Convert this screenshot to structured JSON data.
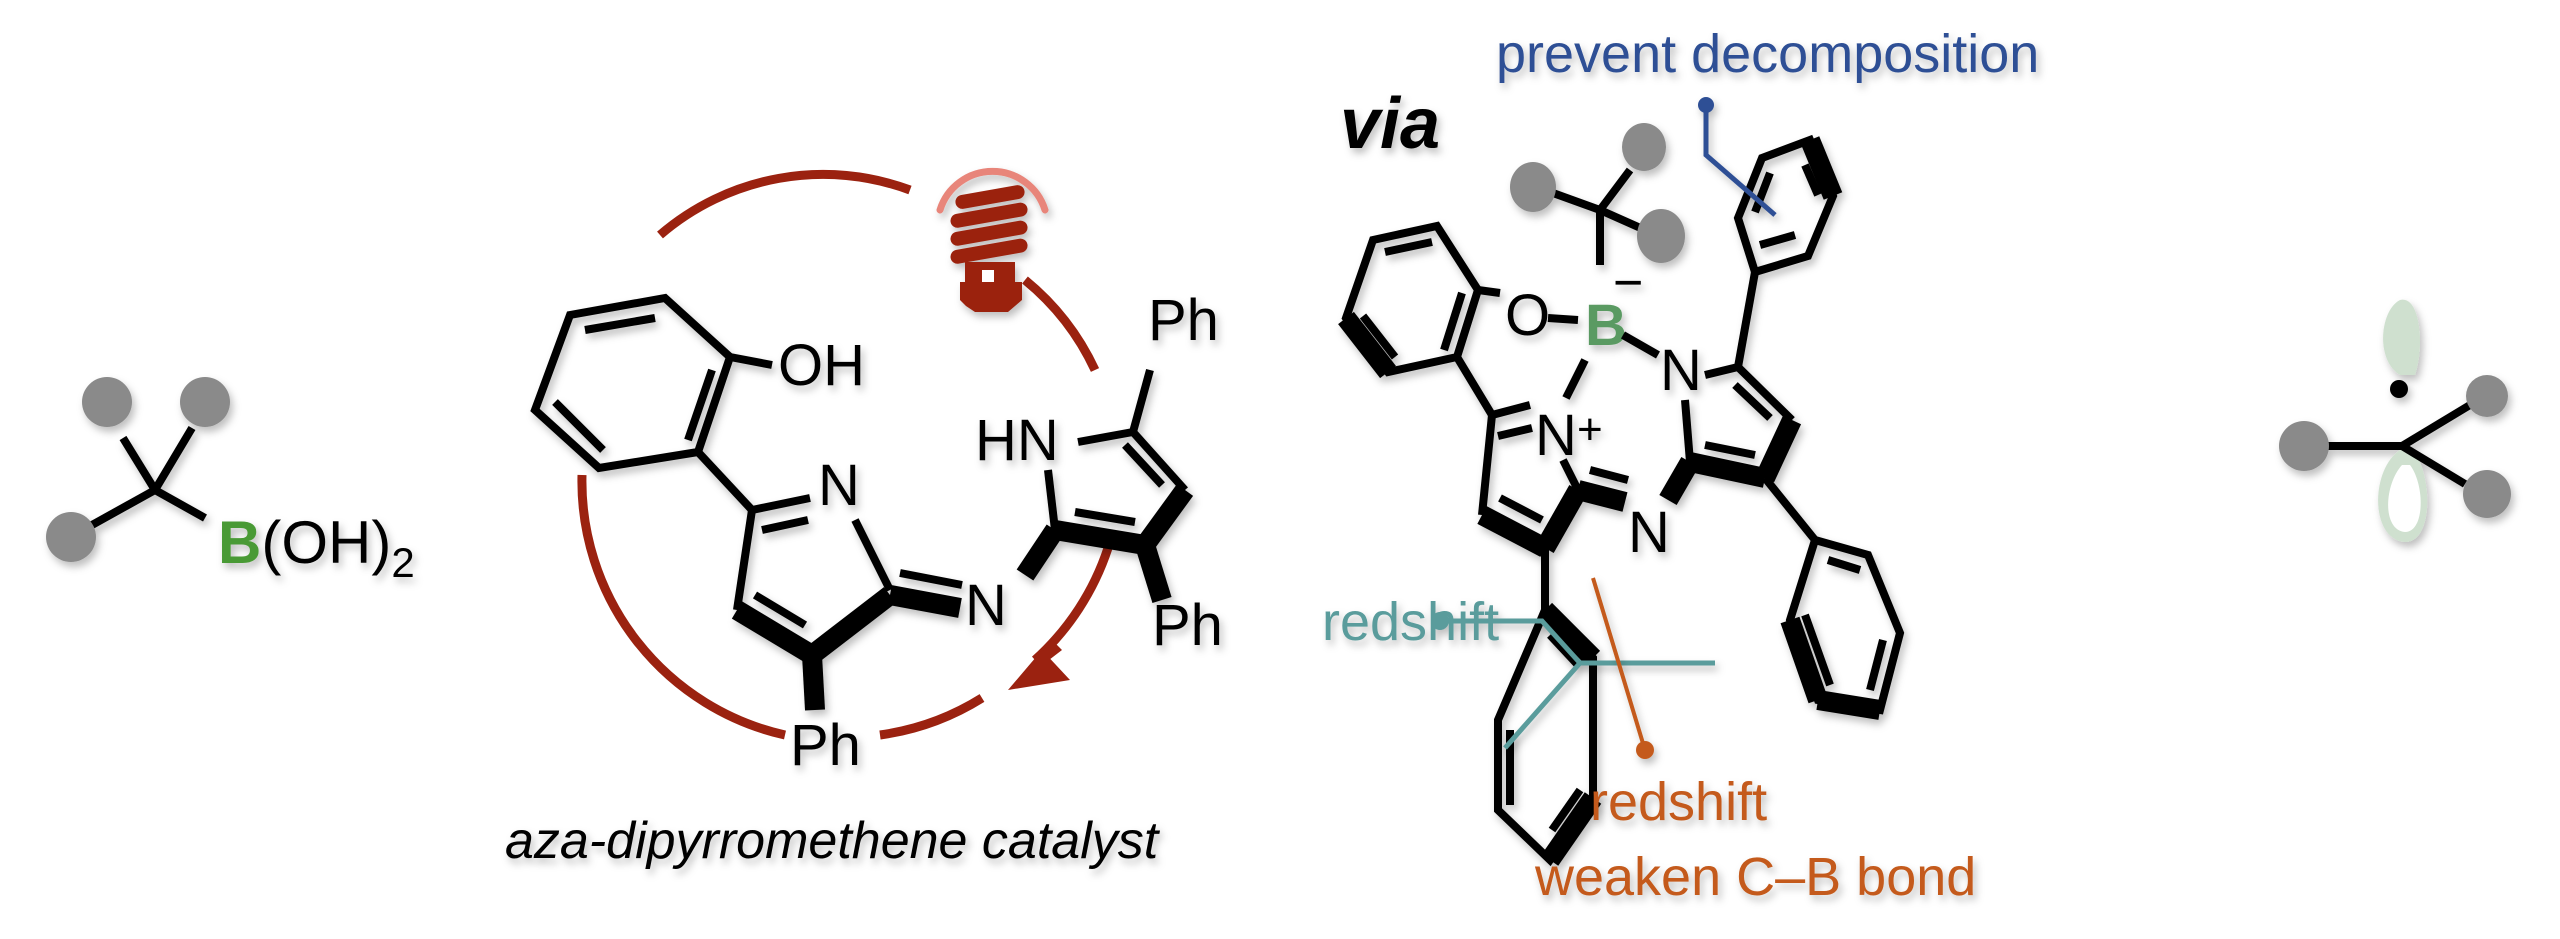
{
  "scheme": {
    "reactant": {
      "boron_symbol": "B",
      "boron_substituent": "(OH)",
      "boron_subscript": "2"
    },
    "catalyst": {
      "hydroxyl_label": "OH",
      "imine_n_label": "N",
      "bridge_n_label": "N",
      "nh_label": "HN",
      "phenyl_labels": [
        "Ph",
        "Ph",
        "Ph"
      ],
      "caption": "aza-dipyrromethene catalyst",
      "light_icon": "light-bulb-icon"
    },
    "intermediate": {
      "via_label": "via",
      "oxygen_label": "O",
      "boron_label": "B",
      "boron_charge": "−",
      "n_plus_label": "N",
      "n_plus_charge": "+",
      "n_right_label": "N",
      "n_bridge_label": "N"
    },
    "annotations": {
      "prevent": "prevent decomposition",
      "redshift_teal": "redshift",
      "redshift_orange": "redshift",
      "weaken": "weaken C–B bond"
    },
    "colors": {
      "boron_green": "#4a9a35",
      "boron_green_muted": "#5a9a62",
      "catalytic_red": "#9b2210",
      "bulb_glow": "#e8857a",
      "annotation_blue": "#2e4f95",
      "annotation_teal": "#5a9c9c",
      "annotation_orange": "#c45a1a",
      "substituent_gray": "#8a8a8a",
      "orbital_green": "#cfe0cf"
    }
  }
}
